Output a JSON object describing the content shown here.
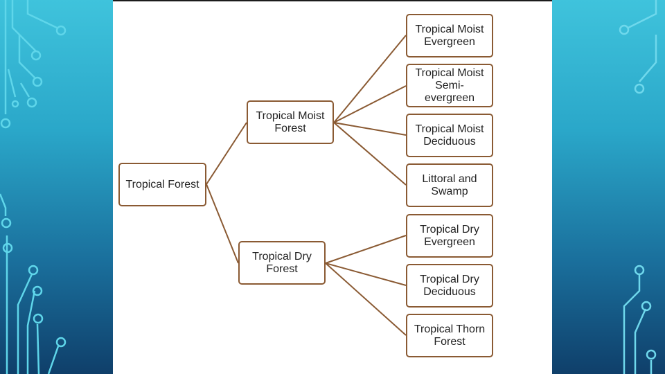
{
  "diagram": {
    "root": {
      "label": "Tropical Forest"
    },
    "branches": [
      {
        "label": "Tropical Moist\nForest",
        "children": [
          {
            "label": "Tropical Moist\nEvergreen"
          },
          {
            "label": "Tropical Moist\nSemi-\nevergreen"
          },
          {
            "label": "Tropical Moist\nDeciduous"
          },
          {
            "label": "Littoral and\nSwamp"
          }
        ]
      },
      {
        "label": "Tropical Dry\nForest",
        "children": [
          {
            "label": "Tropical Dry\nEvergreen"
          },
          {
            "label": "Tropical Dry\nDeciduous"
          },
          {
            "label": "Tropical Thorn\nForest"
          }
        ]
      }
    ]
  },
  "colors": {
    "box_border": "#8a5a33",
    "connector": "#8a5a33",
    "circuit_left": "#5fd6ea",
    "circuit_right": "#6fd8ec"
  }
}
